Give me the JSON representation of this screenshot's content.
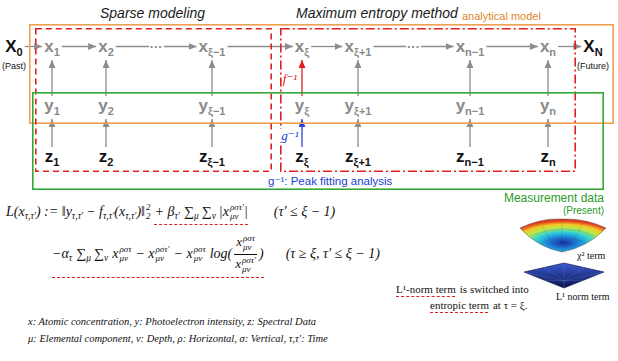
{
  "diagram": {
    "nodes": [
      {
        "text": [
          "analytical model"
        ]
      },
      {
        "text": [
          "Sparse modeling"
        ]
      },
      {
        "text": [
          "Maximum entropy method"
        ]
      },
      {
        "text": [
          "Measurement data",
          "(Present)"
        ]
      },
      {
        "text": [
          "X",
          "0",
          "(Past)"
        ]
      },
      {
        "text": [
          "x",
          "1"
        ],
        "in": 1
      },
      {
        "text": [
          "x",
          "2"
        ],
        "in": 1
      },
      {
        "text": [
          "x",
          "ξ−1"
        ],
        "in": 1
      },
      {
        "text": [
          "x",
          "ξ"
        ],
        "in": 2
      },
      {
        "text": [
          "x",
          "ξ+1"
        ],
        "in": 2
      },
      {
        "text": [
          "x",
          "n−1"
        ],
        "in": 2
      },
      {
        "text": [
          "x",
          "n"
        ],
        "in": 2
      },
      {
        "text": [
          "X",
          "N",
          "(Future)"
        ]
      },
      {
        "text": [
          "y",
          "1"
        ],
        "in": 1
      },
      {
        "text": [
          "y",
          "2"
        ],
        "in": 1
      },
      {
        "text": [
          "y",
          "ξ−1"
        ],
        "in": 1
      },
      {
        "text": [
          "y",
          "ξ"
        ],
        "in": 2
      },
      {
        "text": [
          "y",
          "ξ+1"
        ],
        "in": 2
      },
      {
        "text": [
          "y",
          "n−1"
        ],
        "in": 2
      },
      {
        "text": [
          "y",
          "n"
        ],
        "in": 2
      },
      {
        "text": [
          "z",
          "1"
        ],
        "in": 1
      },
      {
        "text": [
          "z",
          "2"
        ],
        "in": 1
      },
      {
        "text": [
          "z",
          "ξ−1"
        ],
        "in": 1
      },
      {
        "text": [
          "z",
          "ξ"
        ],
        "in": 2
      },
      {
        "text": [
          "z",
          "ξ+1"
        ],
        "in": 2
      },
      {
        "text": [
          "z",
          "n−1"
        ],
        "in": 2
      },
      {
        "text": [
          "z",
          "n"
        ],
        "in": 2
      }
    ],
    "edges": [
      {
        "from": 4,
        "to": 5,
        "arrow": "to"
      },
      {
        "from": 5,
        "to": 6,
        "arrow": "to"
      },
      {
        "from": 6,
        "to": 7,
        "label": "···",
        "arrow": "to"
      },
      {
        "from": 7,
        "to": 8,
        "arrow": "to"
      },
      {
        "from": 8,
        "to": 9,
        "arrow": "to"
      },
      {
        "from": 9,
        "to": 10,
        "label": "···",
        "arrow": "to"
      },
      {
        "from": 10,
        "to": 11,
        "arrow": "to"
      },
      {
        "from": 11,
        "to": 12,
        "arrow": "to"
      },
      {
        "from": 13,
        "to": 5,
        "arrow": "to"
      },
      {
        "from": 14,
        "to": 6,
        "arrow": "to"
      },
      {
        "from": 15,
        "to": 7,
        "arrow": "to"
      },
      {
        "from": 16,
        "to": 8,
        "label": "f⁻¹",
        "arrow": "to"
      },
      {
        "from": 17,
        "to": 9,
        "arrow": "to"
      },
      {
        "from": 18,
        "to": 10,
        "arrow": "to"
      },
      {
        "from": 19,
        "to": 11,
        "arrow": "to"
      },
      {
        "from": 20,
        "to": 13,
        "arrow": "to"
      },
      {
        "from": 21,
        "to": 14,
        "arrow": "to"
      },
      {
        "from": 22,
        "to": 15,
        "arrow": "to"
      },
      {
        "from": 23,
        "to": 16,
        "label": "g⁻¹",
        "arrow": "to"
      },
      {
        "from": 24,
        "to": 17,
        "arrow": "to"
      },
      {
        "from": 25,
        "to": 18,
        "arrow": "to"
      },
      {
        "from": 26,
        "to": 19,
        "arrow": "to"
      }
    ],
    "labels": [
      "g⁻¹: Peak fitting analysis",
      "L(x",
      "τ,τ′",
      ") := ‖y",
      "τ,τ′",
      "− f",
      "τ,τ′",
      "(x",
      "τ,τ′",
      ")‖",
      "2",
      "2",
      "+ β",
      "τ′",
      "∑",
      "μ",
      "∑",
      "ν",
      "|x",
      "ρστ′",
      "μν",
      "|",
      "(τ′ ≤ ξ − 1)",
      "−α",
      "τ",
      "∑",
      "μ",
      "∑",
      "ν",
      "x",
      "ρστ",
      "μν",
      "− x",
      "ρστ′",
      "μν",
      "− x",
      "ρστ",
      "μν",
      "log(",
      "x",
      "ρστ",
      "μν",
      "x",
      "ρστ′",
      "μν",
      ")",
      "(τ ≥ ξ, τ′ ≤ ξ − 1)",
      "L¹-norm term",
      "is switched into",
      "entropic term",
      "at τ = ξ.",
      "x: Atomic concentration, y: Photoelectron intensity, z: Spectral Data",
      "μ: Elemental component, ν: Depth, ρ: Horizontal, σ: Vertical, τ,τ′: Time",
      "χ² term",
      "L¹ norm term"
    ]
  }
}
